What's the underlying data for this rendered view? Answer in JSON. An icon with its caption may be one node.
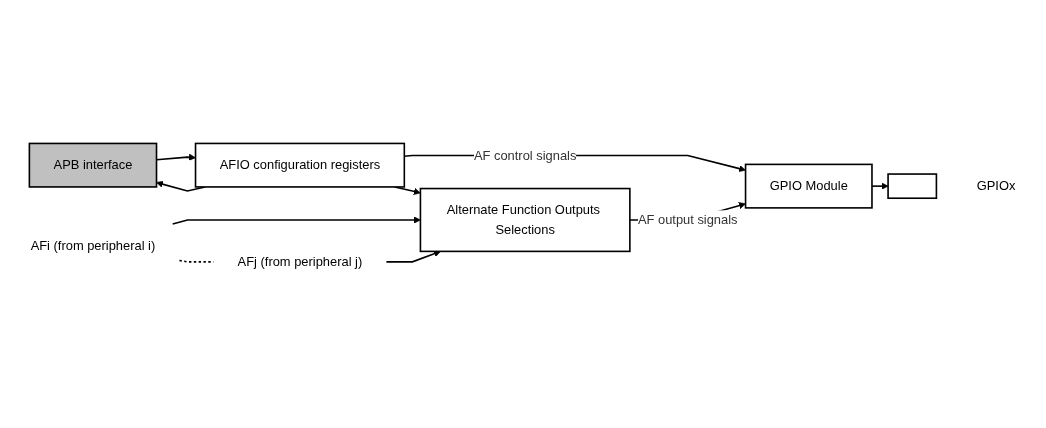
{
  "diagram": {
    "nodes": [
      {
        "text": [
          "APB interface"
        ]
      },
      {
        "text": [
          "AFIO configuration registers"
        ]
      },
      {
        "text": [
          "GPIO Module"
        ]
      },
      {
        "text": [
          "AFi (from peripheral i)"
        ]
      },
      {
        "text": [
          "Alternate Function Outputs Selections"
        ]
      },
      {
        "text": [
          "AFj (from peripheral j)"
        ]
      },
      {
        "text": [],
        "shape": "box",
        "beside": [
          "GPIOx"
        ]
      }
    ],
    "edges": [
      {
        "from": 0,
        "to": 1,
        "arrow": "to"
      },
      {
        "from": 1,
        "to": 0,
        "arrow": "to"
      },
      {
        "from": 1,
        "to": 2,
        "arrow": "to",
        "label": "AF control signals"
      },
      {
        "from": 1,
        "to": 4,
        "arrow": "to"
      },
      {
        "from": 3,
        "to": 4,
        "arrow": "to"
      },
      {
        "from": 3,
        "to": 5,
        "arrow": "none",
        "style": "dashed"
      },
      {
        "from": 5,
        "to": 4,
        "arrow": "to"
      },
      {
        "from": 4,
        "to": 2,
        "arrow": "to",
        "label": "AF output signals"
      },
      {
        "from": 2,
        "to": 6,
        "arrow": "to"
      }
    ]
  }
}
